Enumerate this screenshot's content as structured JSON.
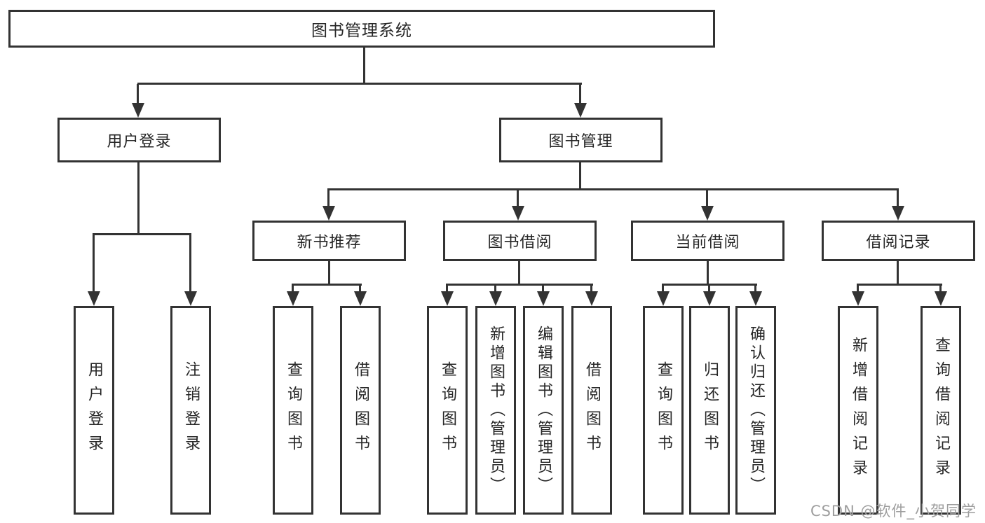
{
  "diagram_title": "图书管理系统",
  "tree": {
    "root": {
      "label": "图书管理系统",
      "children": [
        {
          "label": "用户登录",
          "children": [
            {
              "label": "用户登录"
            },
            {
              "label": "注销登录"
            }
          ]
        },
        {
          "label": "图书管理",
          "children": [
            {
              "label": "新书推荐",
              "children": [
                {
                  "label": "查询图书"
                },
                {
                  "label": "借阅图书"
                }
              ]
            },
            {
              "label": "图书借阅",
              "children": [
                {
                  "label": "查询图书"
                },
                {
                  "label": "新增图书（管理员）"
                },
                {
                  "label": "编辑图书（管理员）"
                },
                {
                  "label": "借阅图书"
                }
              ]
            },
            {
              "label": "当前借阅",
              "children": [
                {
                  "label": "查询图书"
                },
                {
                  "label": "归还图书"
                },
                {
                  "label": "确认归还（管理员）"
                }
              ]
            },
            {
              "label": "借阅记录",
              "children": [
                {
                  "label": "新增借阅记录"
                },
                {
                  "label": "查询借阅记录"
                }
              ]
            }
          ]
        }
      ]
    }
  },
  "watermark": {
    "text": "CSDN @软件_小贺同学"
  },
  "colors": {
    "line": "#333333",
    "text": "#262626",
    "watermark": "#9e9e9e",
    "bg": "#ffffff"
  }
}
